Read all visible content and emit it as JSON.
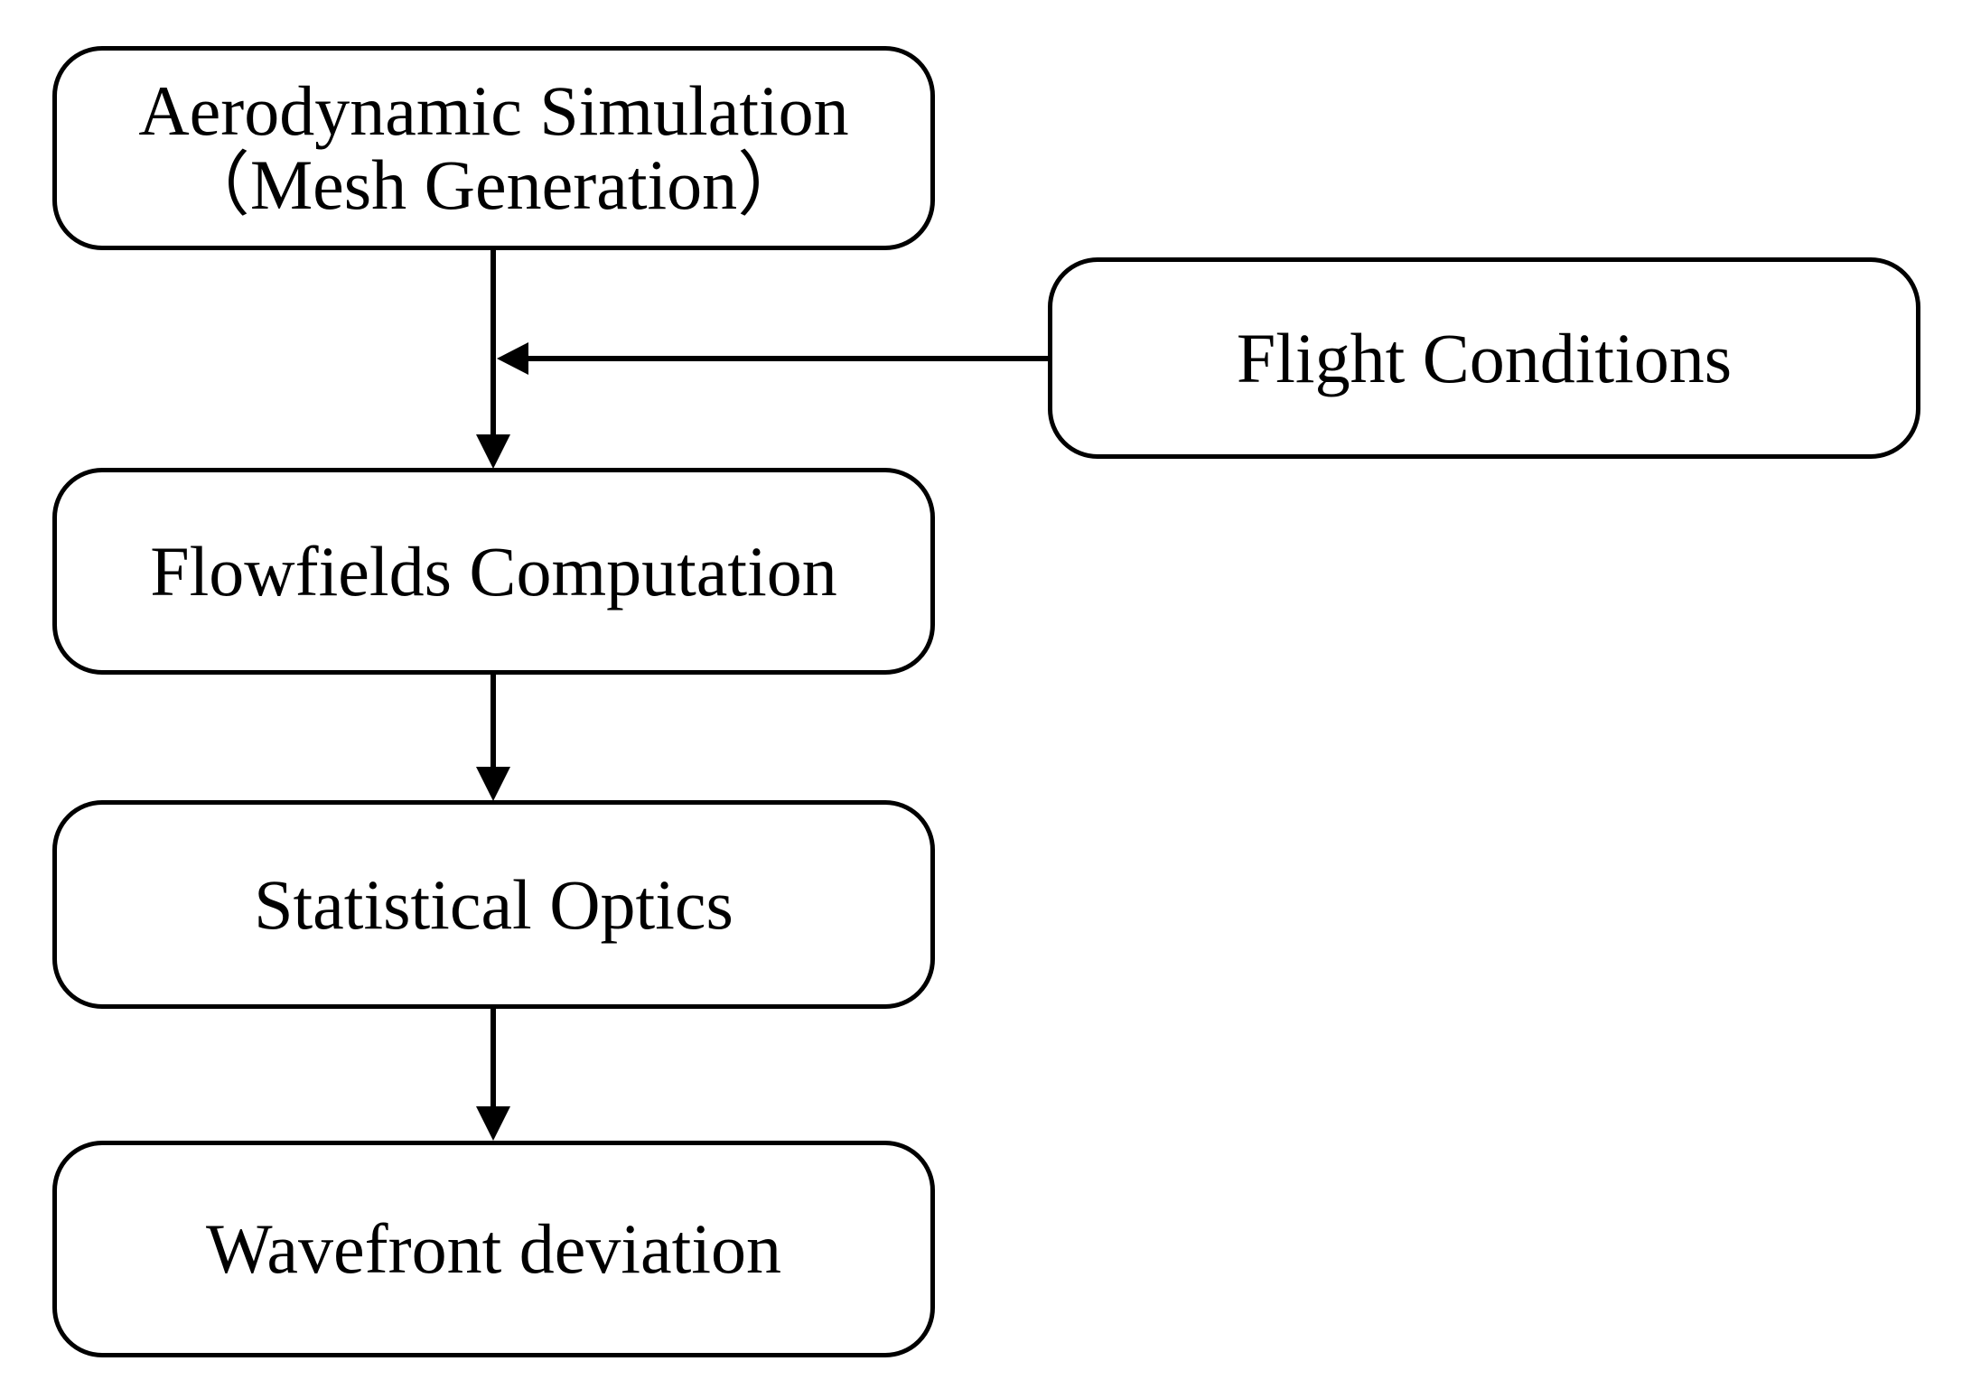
{
  "diagram": {
    "type": "flowchart",
    "background_color": "#ffffff",
    "stroke_color": "#000000",
    "text_color": "#000000",
    "nodes": {
      "aerodynamic_simulation": {
        "line1": "Aerodynamic Simulation",
        "line2": "（Mesh Generation）"
      },
      "flight_conditions": {
        "label": "Flight Conditions"
      },
      "flowfields_computation": {
        "label": "Flowfields Computation"
      },
      "statistical_optics": {
        "label": "Statistical Optics"
      },
      "wavefront_deviation": {
        "label": "Wavefront deviation"
      }
    },
    "edges": [
      {
        "from": "Aerodynamic Simulation（Mesh Generation）",
        "to": "Flowfields Computation",
        "style": "arrow-down"
      },
      {
        "from": "Flight Conditions",
        "to": "Aerodynamic Simulation → Flowfields Computation connector",
        "style": "arrow-left"
      },
      {
        "from": "Flowfields Computation",
        "to": "Statistical Optics",
        "style": "arrow-down"
      },
      {
        "from": "Statistical Optics",
        "to": "Wavefront deviation",
        "style": "arrow-down"
      }
    ]
  }
}
